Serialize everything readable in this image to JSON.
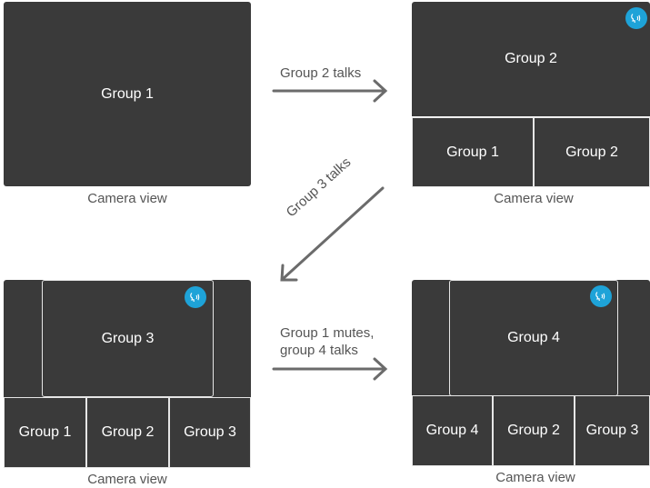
{
  "colors": {
    "panel": "#3a3a3a",
    "text": "#ffffff",
    "caption": "#555555",
    "arrow": "#6b6b6b",
    "badge": "#1ea3d8"
  },
  "icons": {
    "talking": "speaking-head-icon"
  },
  "states": [
    {
      "caption": "Camera view",
      "main": "Group 1",
      "tiles": []
    },
    {
      "caption": "Camera view",
      "main": "Group 2",
      "tiles": [
        "Group 1",
        "Group 2"
      ]
    },
    {
      "caption": "Camera view",
      "main": "Group 3",
      "tiles": [
        "Group 1",
        "Group 2",
        "Group 3"
      ]
    },
    {
      "caption": "Camera view",
      "main": "Group 4",
      "tiles": [
        "Group 4",
        "Group 2",
        "Group 3"
      ]
    }
  ],
  "transitions": [
    {
      "line1": "Group 2 talks",
      "line2": ""
    },
    {
      "line1": "Group 3 talks",
      "line2": ""
    },
    {
      "line1": "Group 1 mutes,",
      "line2": "group 4 talks"
    }
  ]
}
